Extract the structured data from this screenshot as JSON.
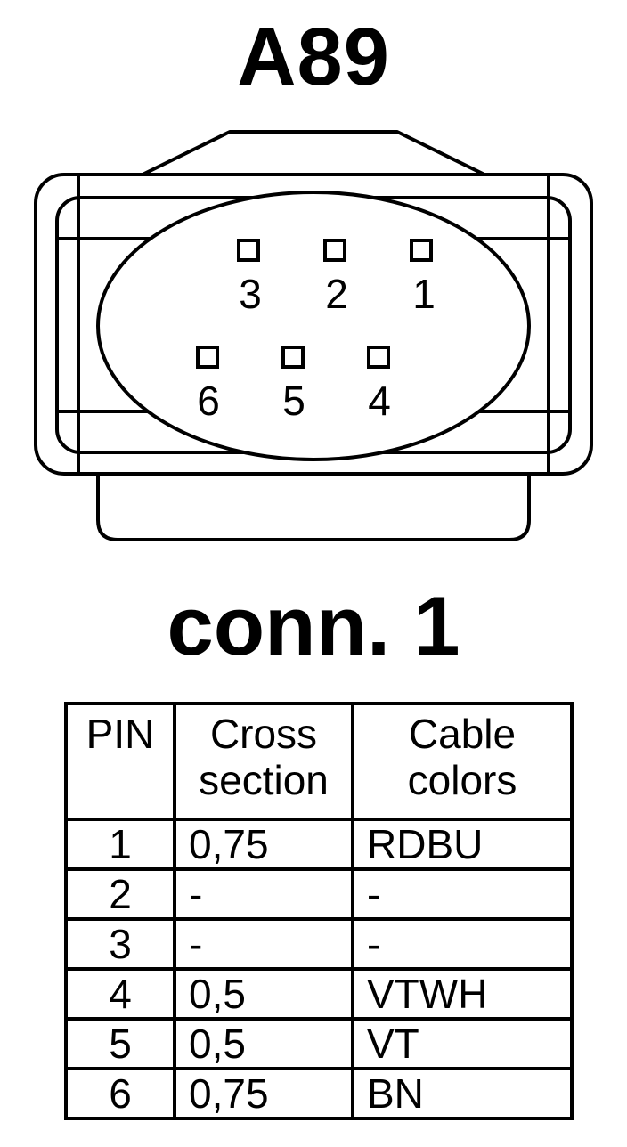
{
  "title": "A89",
  "connector": {
    "pins_top": [
      "3",
      "2",
      "1"
    ],
    "pins_bottom": [
      "6",
      "5",
      "4"
    ]
  },
  "subtitle": "conn. 1",
  "table": {
    "headers": {
      "pin": "PIN",
      "cross_line1": "Cross",
      "cross_line2": "section",
      "colors_line1": "Cable",
      "colors_line2": "colors"
    },
    "rows": [
      {
        "pin": "1",
        "cross_section": "0,75",
        "color": "RDBU"
      },
      {
        "pin": "2",
        "cross_section": "-",
        "color": "-"
      },
      {
        "pin": "3",
        "cross_section": "-",
        "color": "-"
      },
      {
        "pin": "4",
        "cross_section": "0,5",
        "color": "VTWH"
      },
      {
        "pin": "5",
        "cross_section": "0,5",
        "color": "VT"
      },
      {
        "pin": "6",
        "cross_section": "0,75",
        "color": "BN"
      }
    ]
  }
}
